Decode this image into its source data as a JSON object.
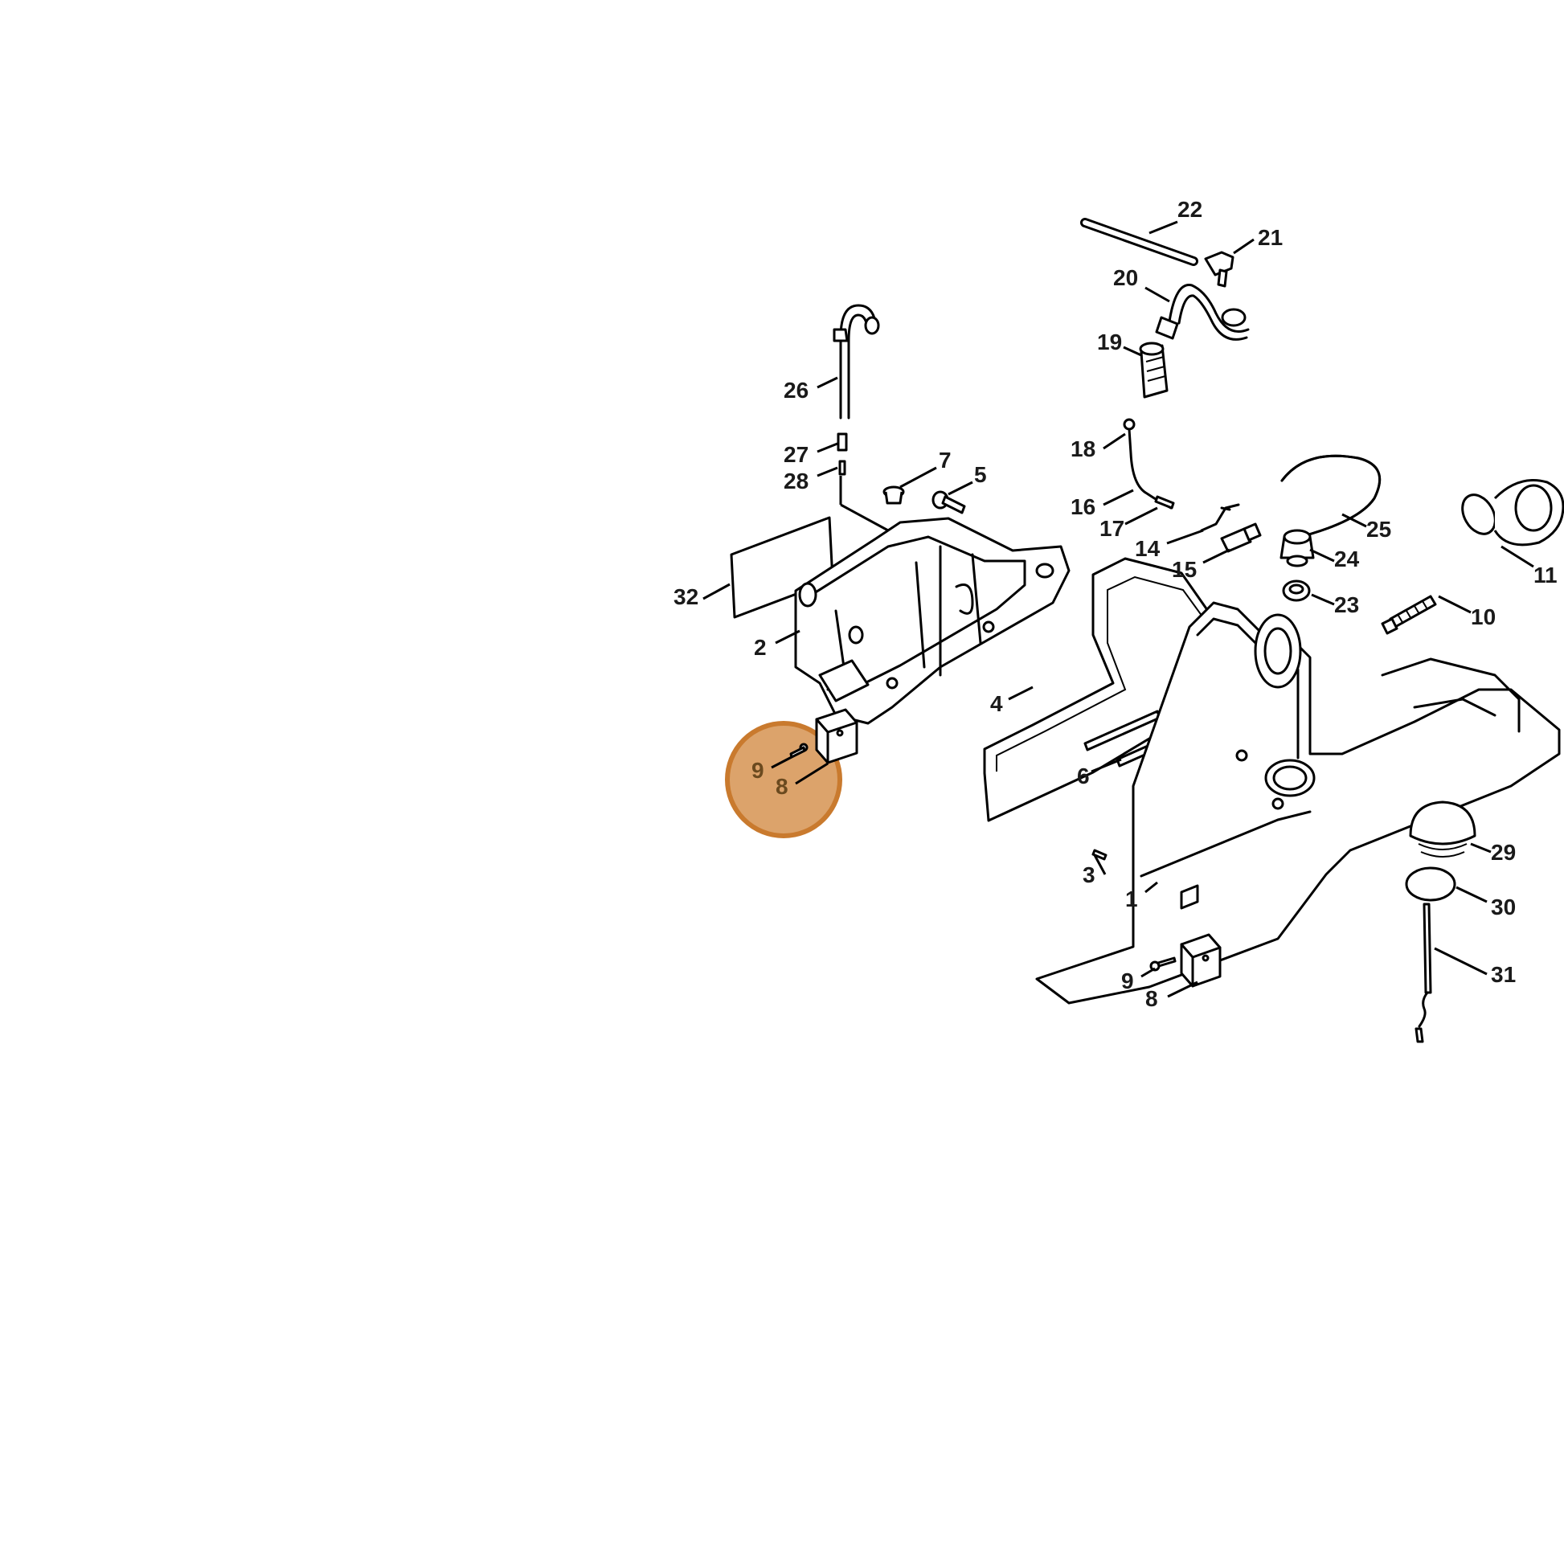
{
  "highlight": {
    "color": "#dca36b",
    "stroke_color": "#c97a2e",
    "item": "8"
  },
  "labels": {
    "l1": "1",
    "l2": "2",
    "l3": "3",
    "l4": "4",
    "l5": "5",
    "l6": "6",
    "l7": "7",
    "l8a": "8",
    "l8b": "8",
    "l9a": "9",
    "l9b": "9",
    "l10": "10",
    "l11": "11",
    "l14": "14",
    "l15": "15",
    "l16": "16",
    "l17": "17",
    "l18": "18",
    "l19": "19",
    "l20": "20",
    "l21": "21",
    "l22": "22",
    "l23": "23",
    "l24": "24",
    "l25": "25",
    "l26": "26",
    "l27": "27",
    "l28": "28",
    "l29": "29",
    "l30": "30",
    "l31": "31",
    "l32": "32"
  }
}
